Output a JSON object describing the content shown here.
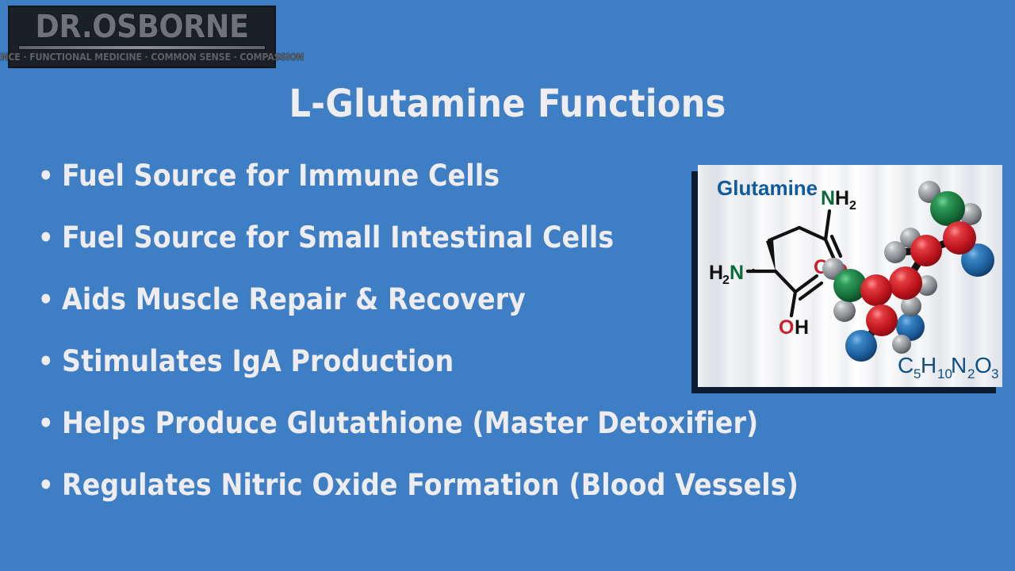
{
  "brand": {
    "wordmark": "DR.OSBORNE",
    "tagline": "SCIENCE · FUNCTIONAL MEDICINE · COMMON SENSE · COMPASSION"
  },
  "slide": {
    "title": "L-Glutamine Functions",
    "background_color": "#3d7ec4",
    "text_color": "#eeecee",
    "bullet_marker": "•"
  },
  "bullets": [
    {
      "text": "Fuel Source for Immune Cells"
    },
    {
      "text": "Fuel Source for Small Intestinal Cells"
    },
    {
      "text": "Aids Muscle Repair & Recovery"
    },
    {
      "text": "Stimulates IgA Production"
    },
    {
      "text": "Helps Produce Glutathione (Master Detoxifier)"
    },
    {
      "text": "Regulates Nitric Oxide Formation (Blood Vessels)"
    }
  ],
  "molecule_panel": {
    "name": "Glutamine",
    "name_color": "#0f5b9e",
    "formula": {
      "full": "C5H10N2O3",
      "parts": [
        {
          "sym": "C",
          "sub": "5"
        },
        {
          "sym": "H",
          "sub": "10"
        },
        {
          "sym": "N",
          "sub": "2"
        },
        {
          "sym": "O",
          "sub": "3"
        }
      ],
      "color": "#0e4f86"
    },
    "skeletal_labels": [
      {
        "text": "NH",
        "sub": "2",
        "element_color": "#0b6b3a",
        "sub_color": "#111111"
      },
      {
        "text": "O",
        "sub": "",
        "element_color": "#cc1f2a",
        "sub_color": ""
      },
      {
        "text": "H",
        "sub": "2",
        "second": "N",
        "element_color": "#111111",
        "sub_color": "#0b6b3a"
      },
      {
        "text": "O",
        "sub": "",
        "element_color": "#cc1f2a",
        "sub_color": ""
      },
      {
        "text": "OH",
        "sub": "",
        "element_color": "#cc1f2a",
        "sub_color": "#111111"
      }
    ],
    "atom_colors": {
      "carbon": "#c0161f",
      "nitrogen": "#17703a",
      "oxygen": "#1d5f9e",
      "hydrogen": "#8e9296"
    },
    "shadow_color": "#0d1b31",
    "panel_background": "#f2f4f6"
  }
}
